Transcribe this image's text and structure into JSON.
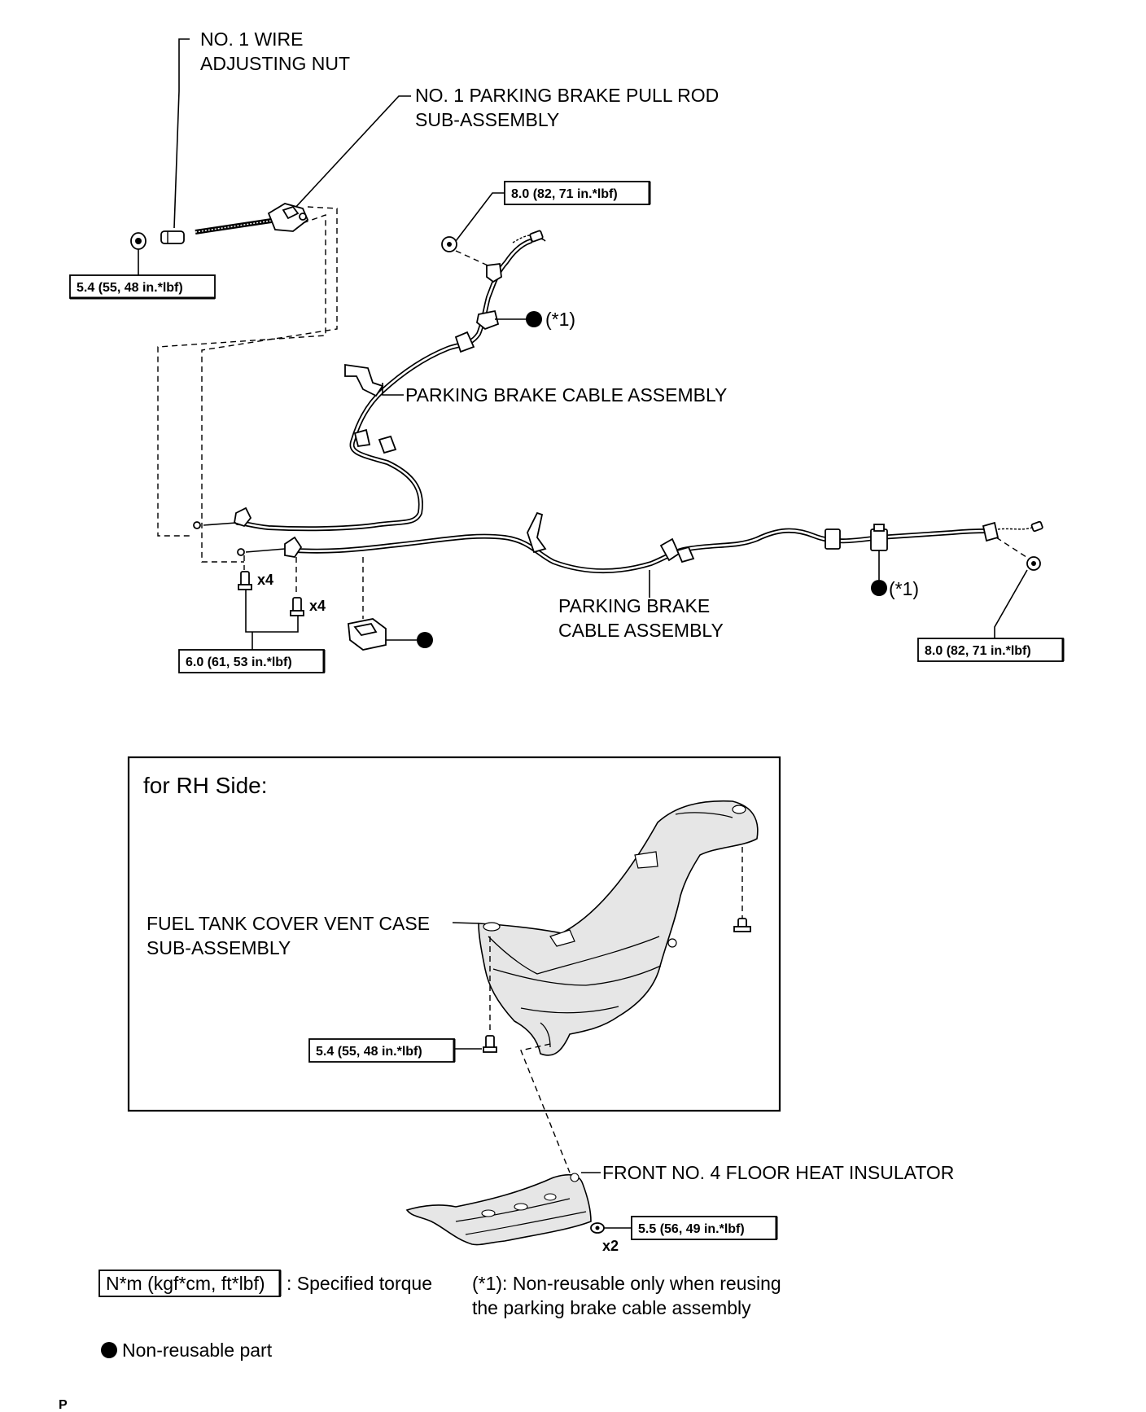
{
  "labels": {
    "wire_nut_line1": "NO. 1 WIRE",
    "wire_nut_line2": "ADJUSTING NUT",
    "pull_rod_line1": "NO. 1 PARKING BRAKE PULL ROD",
    "pull_rod_line2": "SUB-ASSEMBLY",
    "cable_assembly_upper": "PARKING BRAKE CABLE ASSEMBLY",
    "cable_assembly_lower_line1": "PARKING BRAKE",
    "cable_assembly_lower_line2": "CABLE ASSEMBLY",
    "note_ref": "(*1)",
    "qty_x4": "x4",
    "qty_x2": "x2",
    "rh_side_title": "for RH Side:",
    "vent_case_line1": "FUEL TANK COVER VENT CASE",
    "vent_case_line2": "SUB-ASSEMBLY",
    "heat_insulator": "FRONT NO. 4 FLOOR HEAT INSULATOR"
  },
  "torques": {
    "top_cable_bolt": "8.0 (82, 71 in.*lbf)",
    "pull_rod_nut": "5.4 (55, 48 in.*lbf)",
    "bracket_bolts": "6.0 (61, 53 in.*lbf)",
    "right_cable_bolt": "8.0 (82, 71 in.*lbf)",
    "vent_case_bolt": "5.4 (55, 48 in.*lbf)",
    "insulator_nut": "5.5 (56, 49 in.*lbf)"
  },
  "legend": {
    "torque_unit": "N*m (kgf*cm, ft*lbf)",
    "torque_desc": ": Specified torque",
    "note_line1": "(*1): Non-reusable only when reusing",
    "note_line2": "the parking brake cable assembly",
    "nonreusable": "Non-reusable part"
  },
  "footer": {
    "corner_mark": "P"
  },
  "colors": {
    "ink": "#000000",
    "paper": "#ffffff",
    "shade": "#e6e6e6"
  }
}
